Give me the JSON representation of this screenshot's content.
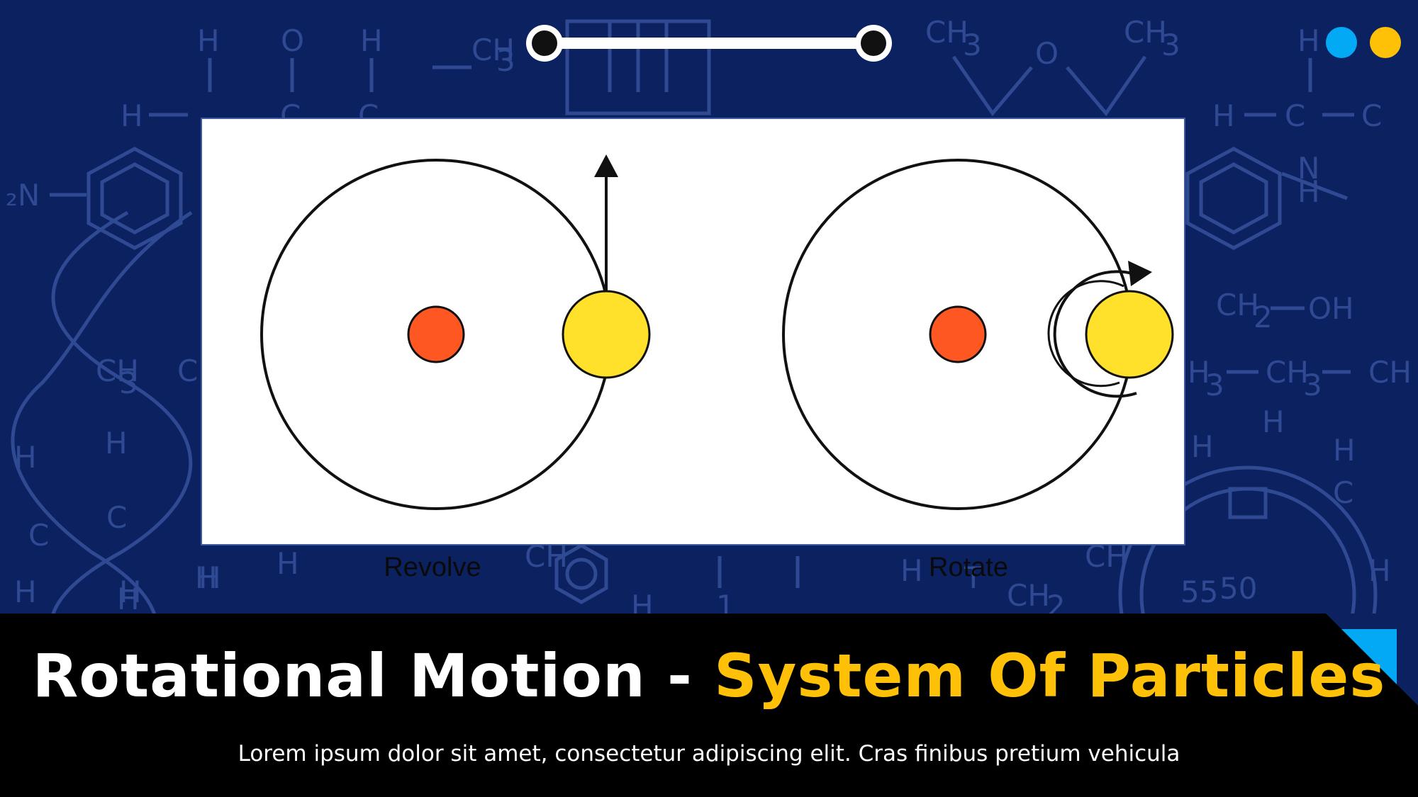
{
  "diagram": {
    "labels": {
      "revolve": "Revolve",
      "rotate": "Rotate"
    }
  },
  "title": {
    "part1": "Rotational Motion - ",
    "part2": "System Of Particles"
  },
  "subtitle": "Lorem ipsum dolor sit amet, consectetur adipiscing elit. Cras finibus pretium vehicula",
  "colors": {
    "background": "#0b2160",
    "title_white": "#ffffff",
    "title_yellow": "#ffc107",
    "center_particle": "#ff5722",
    "orbit_particle": "#ffe12b",
    "accent_blue": "#03a9f4",
    "accent_yellow": "#ffc107"
  }
}
